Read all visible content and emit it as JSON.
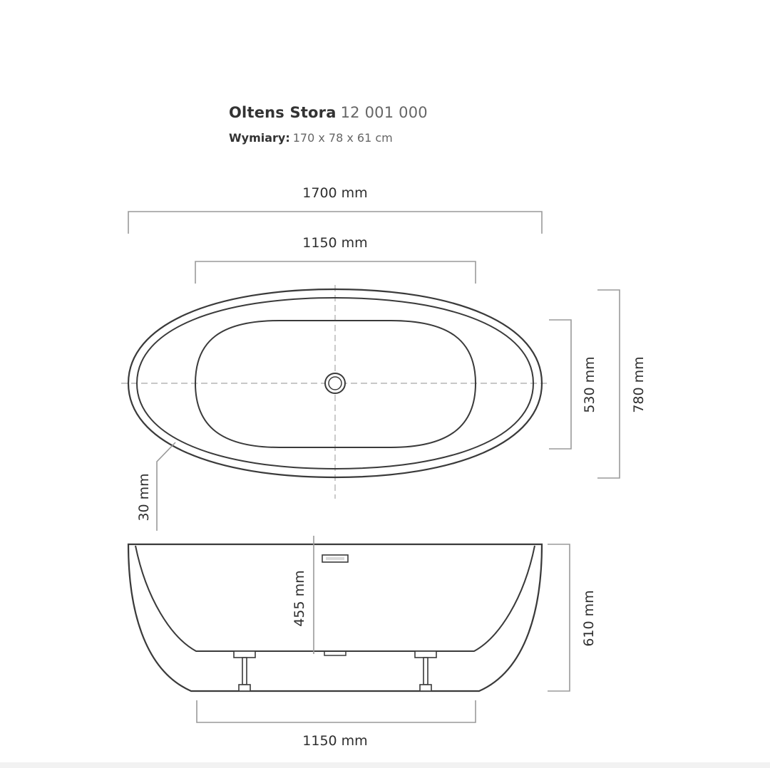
{
  "header": {
    "product_name": "Oltens Stora",
    "product_code": "12 001 000",
    "dimensions_label": "Wymiary:",
    "dimensions_value": "170 x 78 x 61 cm"
  },
  "top_view": {
    "overall_length_label": "1700 mm",
    "inner_length_label": "1150 mm",
    "inner_width_label": "530 mm",
    "overall_width_label": "780 mm",
    "rim_thickness_label": "30 mm"
  },
  "side_view": {
    "inner_depth_label": "455 mm",
    "overall_height_label": "610 mm",
    "feet_spacing_label": "1150 mm"
  },
  "colors": {
    "line": "#3a3a3a",
    "dimension_line": "#9a9a9a",
    "centerline": "#9a9a9a"
  }
}
